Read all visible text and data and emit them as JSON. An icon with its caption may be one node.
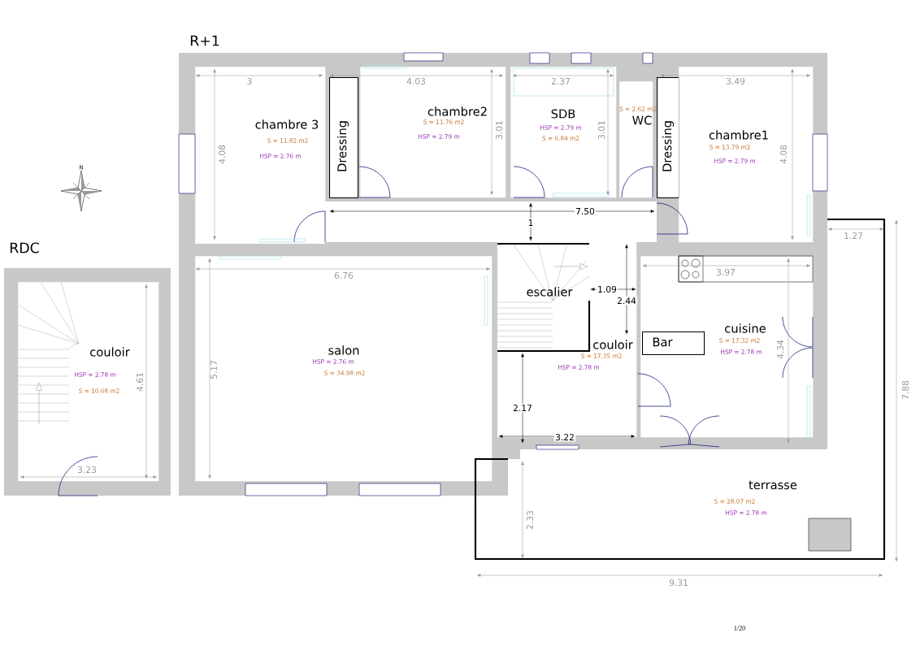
{
  "diagram": {
    "nodes": [
      {
        "text": [
          "couloir",
          "HSP = 2.78 m",
          "S = 10.68 m2"
        ]
      },
      {
        "text": [
          "chambre 3",
          "S = 11.82 m2",
          "HSP = 2.76 m"
        ]
      },
      {
        "text": [
          "Dressing"
        ]
      },
      {
        "text": [
          "chambre2",
          "S = 11.76 m2",
          "HSP = 2.79 m"
        ]
      },
      {
        "text": [
          "SDB",
          "HSP = 2.79 m",
          "S = 6.84 m2"
        ]
      },
      {
        "text": [
          "S = 2.62 m2",
          "WC"
        ]
      },
      {
        "text": [
          "Dressing"
        ]
      },
      {
        "text": [
          "chambre1",
          "S = 13.79 m2",
          "HSP = 2.79 m"
        ]
      },
      {
        "text": [
          "salon",
          "HSP = 2.76 m",
          "S = 34.98 m2"
        ]
      },
      {
        "text": [
          "couloir",
          "S = 17.35 m2",
          "HSP = 2.78 m"
        ]
      },
      {
        "text": [
          "escalier"
        ],
        "in": 9
      },
      {
        "text": [
          "cuisine",
          "S = 17.32 m2",
          "HSP = 2.78 m"
        ]
      },
      {
        "text": [
          "Bar"
        ],
        "in": 11
      },
      {
        "text": [
          "terrasse",
          "S = 28.07 m2",
          "HSP = 2.78 m"
        ]
      }
    ],
    "labels": [
      "R+1",
      "3",
      "4.03",
      "2.37",
      "3.49",
      "4.08",
      "3.01",
      "3.01",
      "4.08",
      "N",
      "7.50",
      "1",
      "RDC",
      "1.27",
      "7.88",
      "6.76",
      "3.97",
      "1.09",
      "2.44",
      "5.17",
      "4.34",
      "4.61",
      "2.17",
      "3.22",
      "3.23",
      "2.33",
      "9.31",
      "1/20"
    ]
  }
}
